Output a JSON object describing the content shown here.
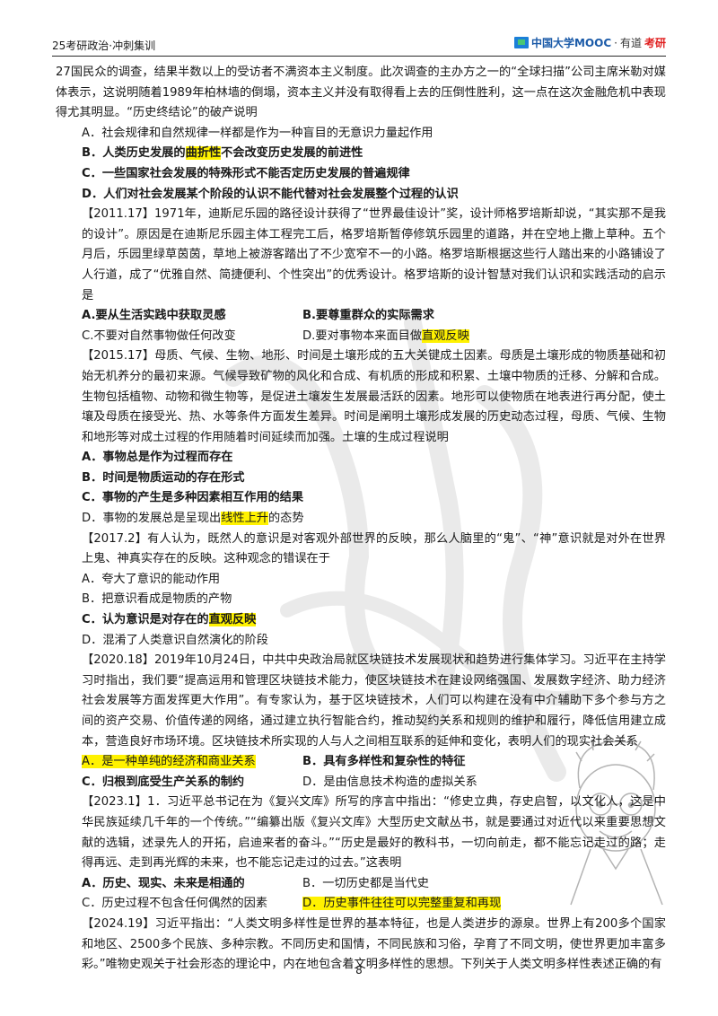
{
  "header": {
    "title": "25考研政治·冲刺集训",
    "logo_text": "中国大学MOOC",
    "logo_sep": "·",
    "logo_brand": "有道",
    "logo_brand2": "考研"
  },
  "content": {
    "q0_text": "27国民众的调查，结果半数以上的受访者不满资本主义制度。此次调查的主办方之一的“全球扫描”公司主席米勒对媒体表示，这说明随着1989年柏林墙的倒塌，资本主义并没有取得看上去的压倒性胜利，这一点在这次金融危机中表现得尤其明显。“历史终结论”的破产说明",
    "q0_a": "A．社会规律和自然规律一样都是作为一种盲目的无意识力量起作用",
    "q0_b1": "B．人类历史发展的",
    "q0_b_hl": "曲折性",
    "q0_b2": "不会改变历史发展的前进性",
    "q0_c": "C．一些国家社会发展的特殊形式不能否定历史发展的普遍规律",
    "q0_d": "D．人们对社会发展某个阶段的认识不能代替对社会发展整个过程的认识",
    "q1_text": "【2011.17】1971年，迪斯尼乐园的路径设计获得了“世界最佳设计”奖，设计师格罗培斯却说，“其实那不是我的设计”。原因是在迪斯尼乐园主体工程完工后，格罗培斯暂停修筑乐园里的道路，并在空地上撒上草种。五个月后，乐园里绿草茵茵，草地上被游客踏出了不少宽窄不一的小路。格罗培斯根据这些行人踏出来的小路铺设了人行道，成了“优雅自然、简捷便利、个性突出”的优秀设计。格罗培斯的设计智慧对我们认识和实践活动的启示是",
    "q1_a": "A.要从生活实践中获取灵感",
    "q1_b": "B.要尊重群众的实际需求",
    "q1_c": "C.不要对自然事物做任何改变",
    "q1_d1": "D.要对事物本来面目做",
    "q1_d_hl": "直观反映",
    "q2_text": "【2015.17】母质、气候、生物、地形、时间是土壤形成的五大关键成土因素。母质是土壤形成的物质基础和初始无机养分的最初来源。气候导致矿物的风化和合成、有机质的形成和积累、土壤中物质的迁移、分解和合成。生物包括植物、动物和微生物等，是促进土壤发生发展最活跃的因素。地形可以使物质在地表进行再分配，使土壤及母质在接受光、热、水等条件方面发生差异。时间是阐明土壤形成发展的历史动态过程，母质、气候、生物和地形等对成土过程的作用随着时间延续而加强。土壤的生成过程说明",
    "q2_a": "A．事物总是作为过程而存在",
    "q2_b": "B．时间是物质运动的存在形式",
    "q2_c": "C．事物的产生是多种因素相互作用的结果",
    "q2_d1": "D．事物的发展总是呈现出",
    "q2_d_hl": "线性上升",
    "q2_d2": "的态势",
    "q3_text": "【2017.2】有人认为，既然人的意识是对客观外部世界的反映，那么人脑里的“鬼”、“神”意识就是对外在世界上鬼、神真实存在的反映。这种观念的错误在于",
    "q3_a": "A．夸大了意识的能动作用",
    "q3_b": "B．把意识看成是物质的产物",
    "q3_c1": "C．认为意识是对存在的",
    "q3_c_hl": "直观反映",
    "q3_d": "D．混淆了人类意识自然演化的阶段",
    "q4_text": "【2020.18】2019年10月24日，中共中央政治局就区块链技术发展现状和趋势进行集体学习。习近平在主持学习时指出，我们要“提高运用和管理区块链技术能力，使区块链技术在建设网络强国、发展数字经济、助力经济社会发展等方面发挥更大作用”。有专家认为，基于区块链技术，人们可以构建在没有中介辅助下多个参与方之间的资产交易、价值传递的网络，通过建立执行智能合约，推动契约关系和规则的维护和履行，降低信用建立成本，营造良好市场环境。区块链技术所实现的人与人之间相互联系的延伸和变化，表明人们的现实社会关系",
    "q4_a_hl": "A．是一种单纯的经济和商业关系",
    "q4_b": "B．具有多样性和复杂性的特征",
    "q4_c": "C．归根到底受生产关系的制约",
    "q4_d": "D．是由信息技术构造的虚拟关系",
    "q5_text": "【2023.1】1．习近平总书记在为《复兴文库》所写的序言中指出：“修史立典，存史启智，以文化人，这是中华民族延续几千年的一个传统。”“编纂出版《复兴文库》大型历史文献丛书，就是要通过对近代以来重要思想文献的选辑，述录先人的开拓，启迪来者的奋斗。”“历史是最好的教科书，一切向前走，都不能忘记走过的路；走得再远、走到再光辉的未来，也不能忘记走过的过去。”这表明",
    "q5_a": "A．历史、现实、未来是相通的",
    "q5_b": "B．一切历史都是当代史",
    "q5_c": "C．历史过程不包含任何偶然的因素",
    "q5_d_hl": "D．历史事件往往可以完整重复和再现",
    "q6_text": "【2024.19】习近平指出：“人类文明多样性是世界的基本特征，也是人类进步的源泉。世界上有200多个国家和地区、2500多个民族、多种宗教。不同历史和国情，不同民族和习俗，孕育了不同文明，使世界更加丰富多彩。”唯物史观关于社会形态的理论中，内在地包含着文明多样性的思想。下列关于人类文明多样性表述正确的有"
  },
  "footer": {
    "page_number": "8"
  },
  "colors": {
    "highlight": "#fff200",
    "rule": "#2a2a2a",
    "logo_blue": "#1a5aa8",
    "logo_red": "#e02020"
  }
}
